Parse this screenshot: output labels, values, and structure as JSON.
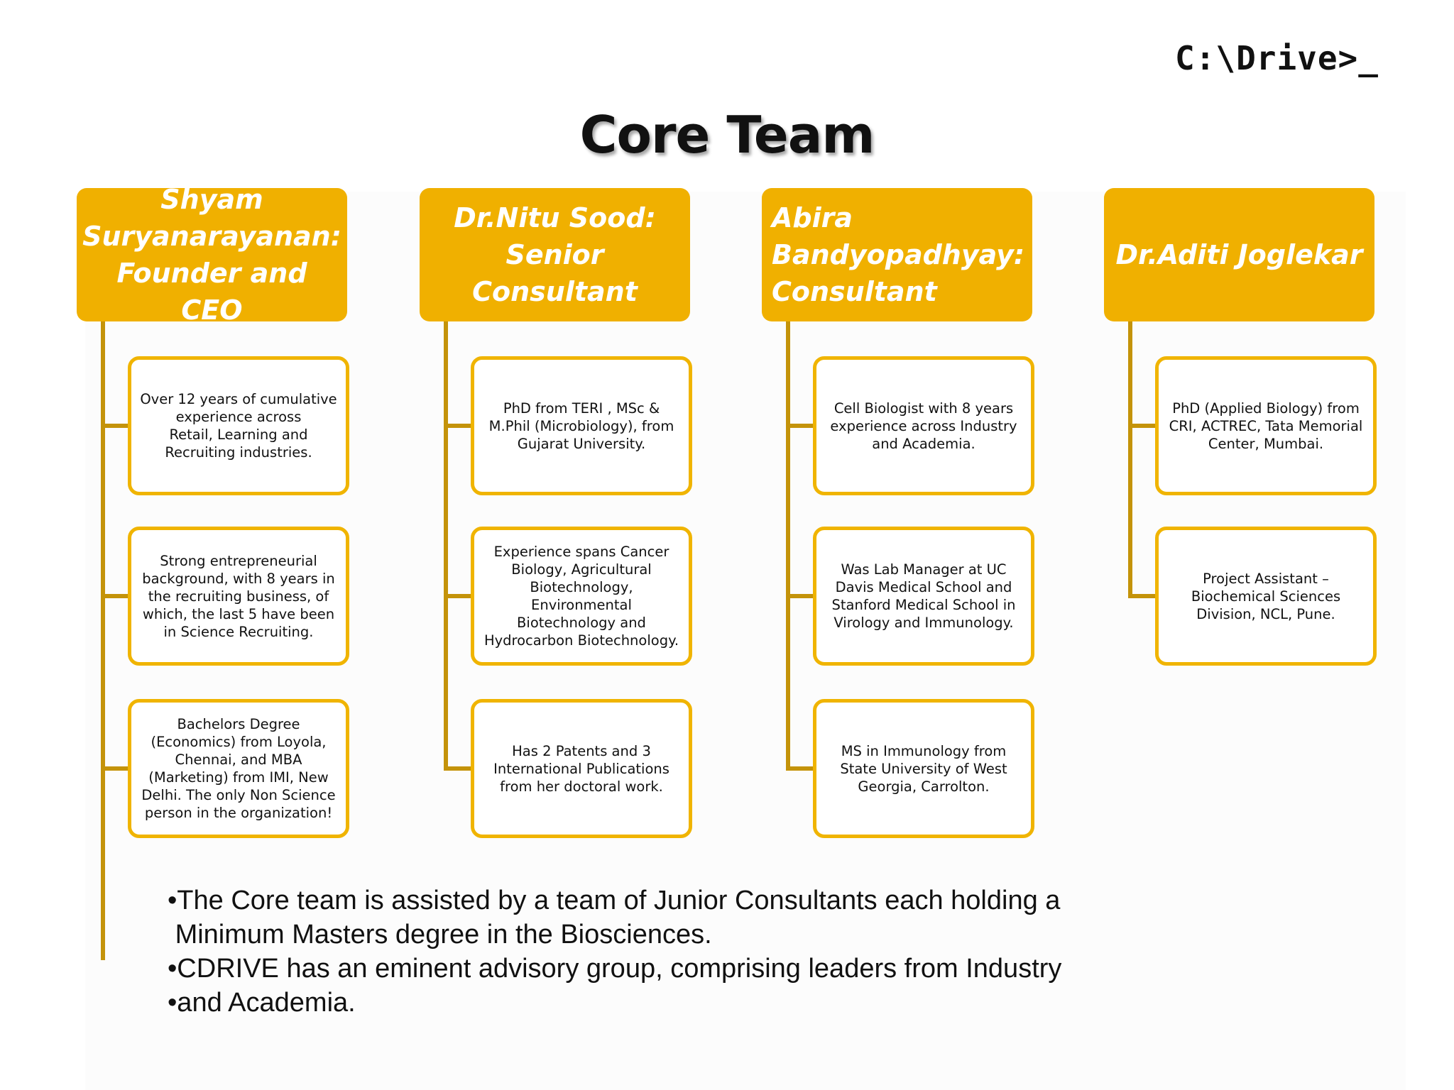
{
  "logo": "C:\\Drive>_",
  "title": "Core Team",
  "columns": [
    {
      "name": "Shyam\nSuryanarayanan:\nFounder and CEO",
      "cards": [
        "Over 12 years of cumulative experience across\nRetail, Learning and Recruiting industries.",
        "Strong entrepreneurial background, with 8 years in the recruiting business, of which, the last 5 have been in Science Recruiting.",
        "Bachelors Degree  (Economics) from Loyola, Chennai, and MBA (Marketing) from IMI, New Delhi.  The only Non Science person in the organization!"
      ]
    },
    {
      "name": "Dr.Nitu Sood:\nSenior Consultant",
      "cards": [
        "PhD from TERI , MSc  & M.Phil (Microbiology), from Gujarat University.",
        "Experience spans Cancer Biology,  Agricultural Biotechnology,  Environmental Biotechnology and Hydrocarbon Biotechnology.",
        "Has 2 Patents and 3 International Publications from her doctoral work."
      ]
    },
    {
      "name": "Abira\nBandyopadhyay:\nConsultant",
      "cards": [
        "Cell Biologist with 8 years experience across Industry and Academia.",
        "Was Lab Manager at UC Davis Medical School and Stanford Medical School in Virology and Immunology.",
        "MS in Immunology from State University of West Georgia, Carrolton."
      ]
    },
    {
      "name": "Dr.Aditi Joglekar",
      "cards": [
        "PhD (Applied Biology) from CRI, ACTREC, Tata Memorial Center, Mumbai.",
        "Project Assistant – Biochemical Sciences Division, NCL, Pune."
      ]
    }
  ],
  "notes": [
    "•The Core team is assisted by a team of Junior Consultants each holding a",
    " Minimum Masters degree in the Biosciences.",
    "•CDRIVE has an eminent advisory group, comprising leaders from Industry",
    "•and Academia."
  ]
}
